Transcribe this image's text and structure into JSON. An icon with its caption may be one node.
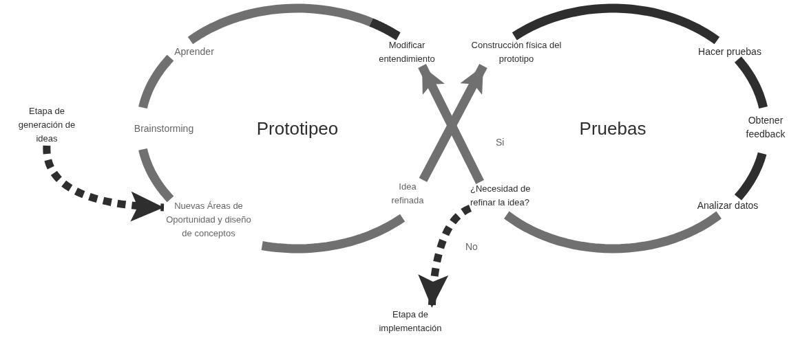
{
  "diagram": {
    "nodes": [
      {
        "text": [
          "Etapa de generación de ideas"
        ]
      },
      {
        "text": [
          "Nuevas Áreas de Oportunidad y diseño de conceptos"
        ]
      },
      {
        "text": [
          "¿Necesidad de refinar la idea?"
        ]
      },
      {
        "text": [
          "Etapa de implementación"
        ]
      },
      {
        "text": [
          "Idea refinada"
        ]
      },
      {
        "text": [
          "Construcción física del prototipo"
        ]
      },
      {
        "text": [
          "Modificar entendimiento"
        ]
      }
    ],
    "edges": [
      {
        "from": 0,
        "to": 1,
        "arrow": "to",
        "style": "dashed"
      },
      {
        "from": 2,
        "to": 3,
        "arrow": "to",
        "style": "dashed",
        "label": "No"
      },
      {
        "from": 4,
        "to": 5,
        "arrow": "to",
        "color": "#707070"
      },
      {
        "from": 2,
        "to": 6,
        "arrow": "to",
        "color": "#707070",
        "label": "Si"
      }
    ],
    "labels": [
      "Aprender",
      "Hacer pruebas",
      "Brainstorming",
      "Prototipeo",
      "Pruebas",
      "Obtener feedback",
      "Analizar datos"
    ]
  }
}
